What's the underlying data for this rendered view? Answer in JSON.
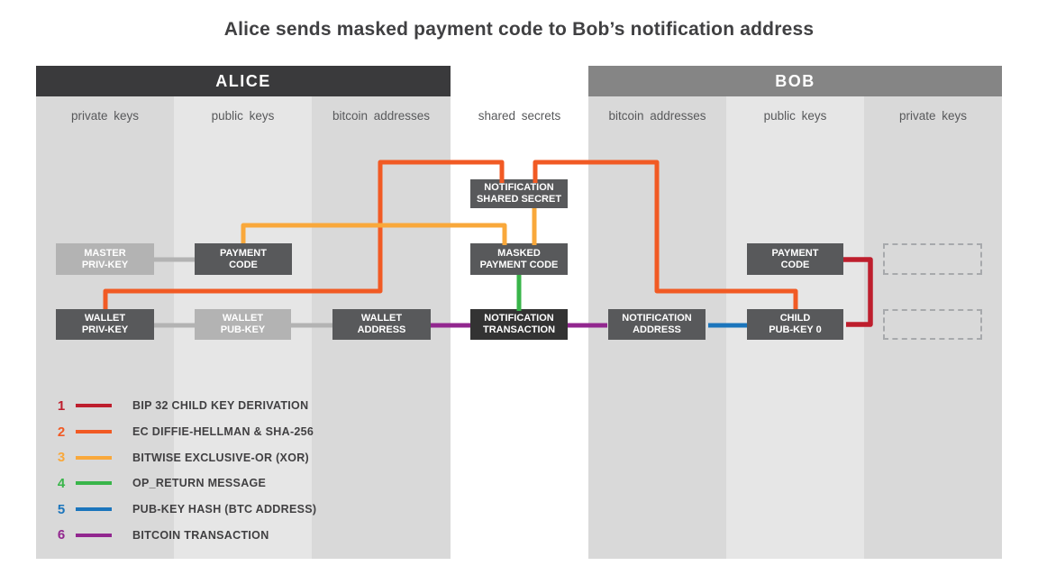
{
  "title": "Alice sends masked payment code to Bob’s notification address",
  "colors": {
    "red": "#be1e2d",
    "orange": "#f15a24",
    "amber": "#f9a83b",
    "green": "#39b54a",
    "blue": "#1b75bc",
    "purple": "#92278f",
    "box_dark": "#58595b",
    "box_darkest": "#333333",
    "box_light": "#b3b3b3",
    "connector_gray": "#b3b3b3",
    "alice_header_bg": "#3a3a3c",
    "bob_header_bg": "#858585",
    "column_gray": "#d9d9d9",
    "column_light_gray": "#e6e6e6"
  },
  "alice": {
    "header": "ALICE",
    "columns": [
      "private keys",
      "public keys",
      "bitcoin addresses"
    ]
  },
  "bob": {
    "header": "BOB",
    "columns": [
      "bitcoin addresses",
      "public keys",
      "private keys"
    ]
  },
  "shared_column": "shared secrets",
  "boxes": {
    "master_priv_key": "MASTER\nPRIV-KEY",
    "alice_payment_code": "PAYMENT\nCODE",
    "wallet_priv_key": "WALLET\nPRIV-KEY",
    "wallet_pub_key": "WALLET\nPUB-KEY",
    "wallet_address": "WALLET\nADDRESS",
    "notification_shared_secret": "NOTIFICATION\nSHARED SECRET",
    "masked_payment_code": "MASKED\nPAYMENT CODE",
    "notification_transaction": "NOTIFICATION\nTRANSACTION",
    "notification_address": "NOTIFICATION\nADDRESS",
    "child_pub_key_0": "CHILD\nPUB-KEY 0",
    "bob_payment_code": "PAYMENT\nCODE"
  },
  "legend": [
    {
      "num": "1",
      "color": "red",
      "label": "BIP 32 CHILD KEY DERIVATION"
    },
    {
      "num": "2",
      "color": "orange",
      "label": "EC DIFFIE-HELLMAN & SHA-256"
    },
    {
      "num": "3",
      "color": "amber",
      "label": "BITWISE EXCLUSIVE-OR (XOR)"
    },
    {
      "num": "4",
      "color": "green",
      "label": "OP_RETURN MESSAGE"
    },
    {
      "num": "5",
      "color": "blue",
      "label": "PUB-KEY HASH (BTC ADDRESS)"
    },
    {
      "num": "6",
      "color": "purple",
      "label": "BITCOIN TRANSACTION"
    }
  ]
}
